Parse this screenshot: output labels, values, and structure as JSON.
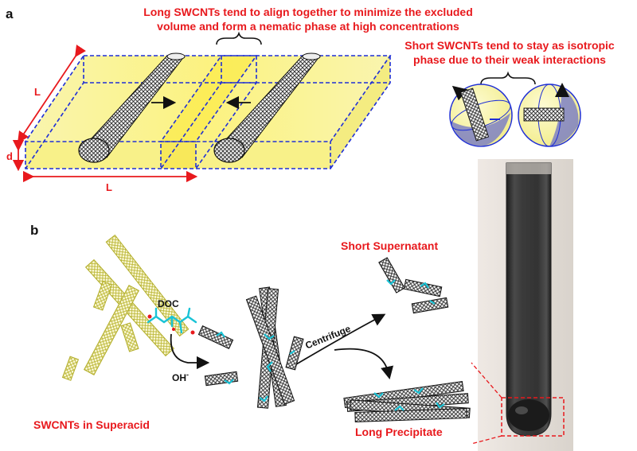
{
  "panel_a": {
    "label": "a",
    "long_caption_line1": "Long SWCNTs tend to align together to minimize the excluded",
    "long_caption_line2": "volume and form a nematic phase at high concentrations",
    "short_caption_line1": "Short SWCNTs tend to stay as isotropic",
    "short_caption_line2": "phase due to their weak interactions",
    "dim_length_left": "L",
    "dim_diameter": "d",
    "dim_length_bottom": "L"
  },
  "panel_b": {
    "label": "b",
    "reagent_top": "DOC",
    "reagent_bottom": "OH",
    "reagent_bottom_superscript": "-",
    "process": "Centrifuge",
    "start_caption": "SWCNTs in Superacid",
    "short_result": "Short Supernatant",
    "long_result": "Long Precipitate"
  },
  "colors": {
    "accent_red": "#e8191d",
    "box_blue": "#1f2fd6",
    "slab_yellow": "#fbf7a6",
    "tube_yellow": "#c9c43a",
    "ligand_cyan": "#19c3d6",
    "tube_dark": "#2a2a2a",
    "dispersion": "#3a3a3a"
  }
}
